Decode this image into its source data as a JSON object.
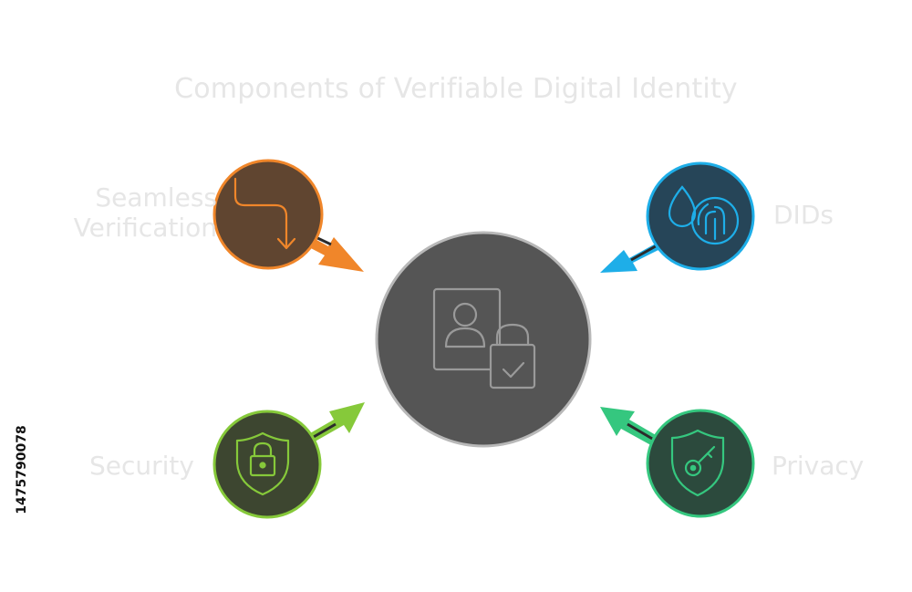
{
  "title": "Components of Verifiable Digital Identity",
  "labels": {
    "seamless_line1": "Seamless",
    "seamless_line2": "Verification",
    "dids": "DIDs",
    "security": "Security",
    "privacy": "Privacy"
  },
  "stock_id": "1475790078",
  "colors": {
    "center_fill": "#555555",
    "center_stroke": "#b8b8b8",
    "seamless": "#f0862a",
    "dids": "#1eaee8",
    "security": "#86c93a",
    "privacy": "#35c77f"
  },
  "icons": {
    "center": "identity-lock-icon",
    "seamless": "route-arrow-icon",
    "dids": "fingerprint-drop-icon",
    "security": "shield-lock-icon",
    "privacy": "shield-key-icon"
  }
}
